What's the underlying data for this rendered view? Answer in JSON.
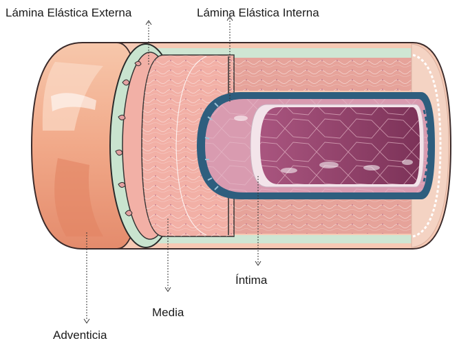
{
  "labels": {
    "external_lamina": "Lámina Elástica Externa",
    "internal_lamina": "Lámina Elástica Interna",
    "intima": "Íntima",
    "media": "Media",
    "adventitia": "Adventicia"
  },
  "colors": {
    "adventitia": "#e9967a",
    "adventitia_light": "#f6c3a6",
    "external_lamina": "#c9e4cf",
    "media": "#f2b0a6",
    "media_fibers": "#ffffff",
    "intima_ring": "#2e5e7e",
    "endothelium": "#c98aa0",
    "lumen": "#8a3c62",
    "arrow": "#333333"
  }
}
